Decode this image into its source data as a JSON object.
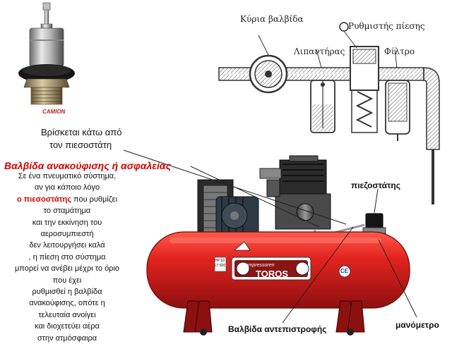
{
  "valve_photo": {
    "brand_label": "CAMION",
    "caption_line1": "Βρίσκεται κάτω από",
    "caption_line2": "τον πιεσοστάτη"
  },
  "explanation": {
    "title": "Βαλβίδα ανακούφισης ή ασφαλείας",
    "lines": [
      "Σε ένα πνευματικό σύστημα,",
      "αν για κάποιο λόγο",
      "που ρυθμίζει",
      "το σταμάτημα",
      "και την εκκίνηση του",
      "αεροσυμπιεστή",
      "δεν λειτουργήσει καλά",
      ", η πίεση στο σύστημα",
      "μπορεί να ανέβει μέχρι το όριο",
      "που έχει",
      "ρυθμισθεί η βαλβίδα",
      "ανακούφισης, οπότε η",
      "τελευταία ανοίγει",
      "και διοχετεύει αέρα",
      "στην ατμόσφαιρα"
    ],
    "highlight": "ο πιεσοστάτης"
  },
  "air_prep_diagram": {
    "main_valve": "Κύρια βαλβίδα",
    "pressure_regulator": "Ρυθμιστής πίεσης",
    "lubricator": "Λιπαντήρας",
    "filter": "Φίλτρο"
  },
  "compressor": {
    "brand_small": "Kompressoren",
    "brand": "TOROS",
    "plate_small_1": "HP 10",
    "plate_small_2": "LT 500",
    "ce_mark": "CE",
    "pressure_switch_label": "πιεζοστάτης",
    "manometer_label": "μανόμετρο",
    "check_valve_label": "Βαλβίδα αντεπιστροφής"
  },
  "colors": {
    "tank_red": "#d62024",
    "highlight_red": "#d40000",
    "diagram_gray": "#555555"
  }
}
